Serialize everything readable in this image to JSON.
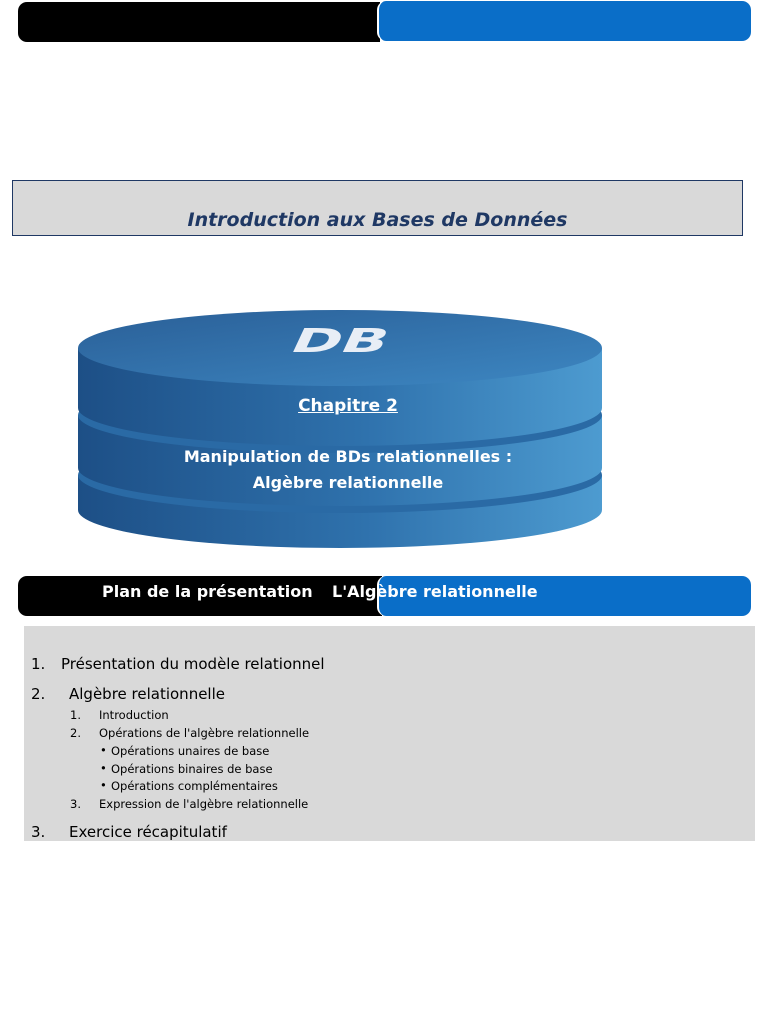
{
  "header_top": {},
  "presentation_title": "Introduction aux Bases de Données",
  "db_logo_text": "DB",
  "chapter": {
    "title": "Chapitre 2",
    "subtitle_line1": "Manipulation de BDs relationnelles :",
    "subtitle_line2": "Algèbre relationnelle"
  },
  "section_bar": {
    "left_label": "Plan de la présentation",
    "right_label": "L'Algèbre relationnelle"
  },
  "plan": {
    "items": [
      {
        "num": "1.",
        "label": "Présentation du modèle relationnel"
      },
      {
        "num": "2.",
        "label": "Algèbre relationnelle",
        "subitems": [
          {
            "num": "1.",
            "label": "Introduction"
          },
          {
            "num": "2.",
            "label": "Opérations de l'algèbre relationnelle",
            "bullets": [
              "Opérations unaires de base",
              "Opérations binaires de base",
              "Opérations complémentaires"
            ]
          },
          {
            "num": "3.",
            "label": "Expression de l'algèbre relationnelle"
          }
        ]
      },
      {
        "num": "3.",
        "label": "Exercice récapitulatif"
      }
    ]
  },
  "colors": {
    "accent_blue": "#0a6ec8",
    "title_navy": "#1f3864",
    "panel_gray": "#d9d9d9"
  }
}
